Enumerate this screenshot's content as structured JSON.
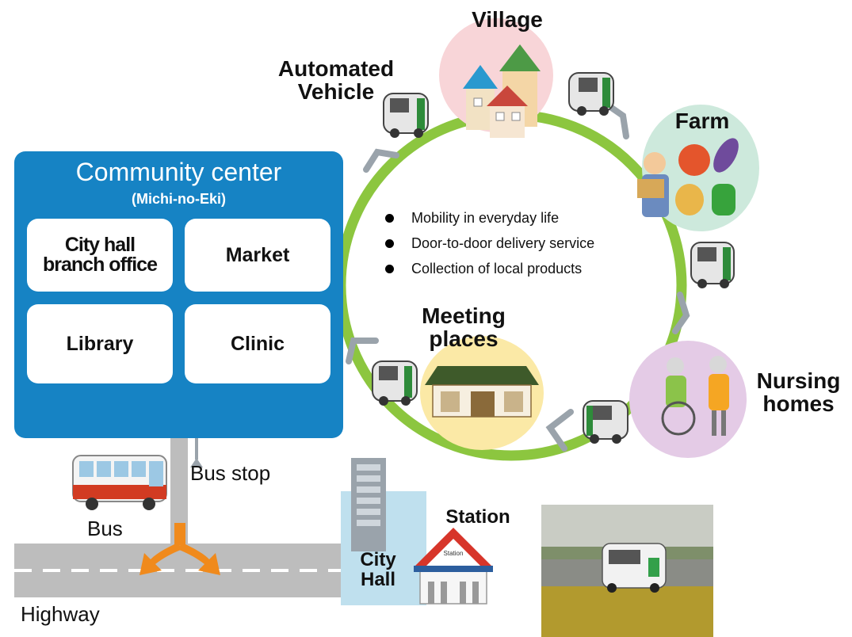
{
  "community_center": {
    "title": "Community center",
    "subtitle": "(Michi-no-Eki)",
    "facilities": [
      {
        "label": "City hall\nbranch office"
      },
      {
        "label": "Market"
      },
      {
        "label": "Library"
      },
      {
        "label": "Clinic"
      }
    ]
  },
  "loop_nodes": {
    "village": "Village",
    "farm": "Farm",
    "nursing_homes": "Nursing\nhomes",
    "meeting_places": "Meeting\nplaces",
    "automated_vehicle": "Automated\nVehicle"
  },
  "services": [
    "Mobility in everyday life",
    "Door-to-door delivery service",
    "Collection of local products"
  ],
  "ground": {
    "bus_stop": "Bus stop",
    "bus": "Bus",
    "highway": "Highway",
    "station": "Station",
    "station_sign": "Station",
    "city_hall": "City\nHall"
  },
  "colors": {
    "community_blue": "#1683c4",
    "loop_green": "#8cc63f",
    "road_gray": "#bdbdbd",
    "arrow_orange": "#f08a1c"
  }
}
